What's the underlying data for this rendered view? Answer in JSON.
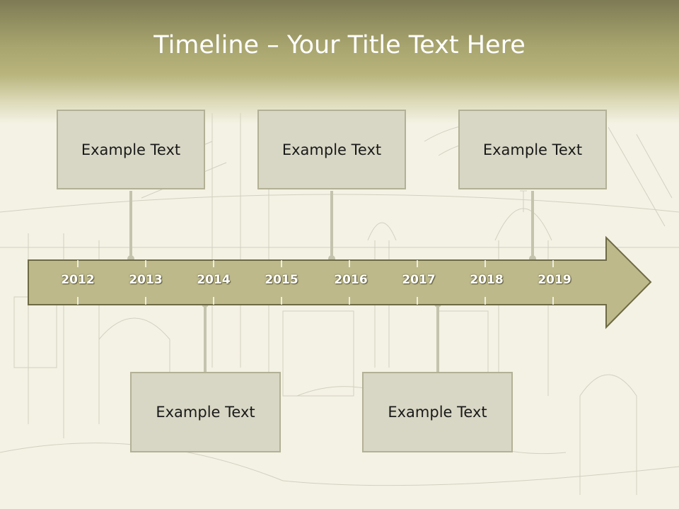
{
  "title": "Timeline – Your Title Text Here",
  "years": [
    "2012",
    "2013",
    "2014",
    "2015",
    "2016",
    "2017",
    "2018",
    "2019"
  ],
  "top_boxes": [
    {
      "text": "Example Text"
    },
    {
      "text": "Example Text"
    },
    {
      "text": "Example Text"
    }
  ],
  "bottom_boxes": [
    {
      "text": "Example Text"
    },
    {
      "text": "Example Text"
    }
  ],
  "colors": {
    "header": "#b8b47c",
    "arrow_fill": "#bdb98a",
    "arrow_border": "#6e6a45",
    "box_fill": "#d8d7c5",
    "connector": "#c4c3ad"
  }
}
